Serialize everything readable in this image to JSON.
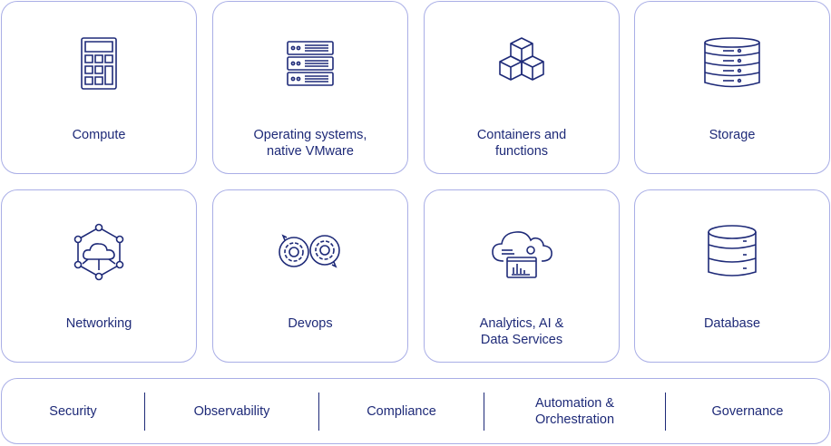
{
  "cards": [
    {
      "label": "Compute",
      "icon": "calculator-icon"
    },
    {
      "label": "Operating systems,\nnative VMware",
      "icon": "server-rack-icon"
    },
    {
      "label": "Containers and\nfunctions",
      "icon": "cubes-icon"
    },
    {
      "label": "Storage",
      "icon": "storage-disks-icon"
    },
    {
      "label": "Networking",
      "icon": "network-cloud-icon"
    },
    {
      "label": "Devops",
      "icon": "gears-cycle-icon"
    },
    {
      "label": "Analytics, AI &\nData Services",
      "icon": "cloud-analytics-icon"
    },
    {
      "label": "Database",
      "icon": "database-icon"
    }
  ],
  "bar_items": [
    {
      "label": "Security"
    },
    {
      "label": "Observability"
    },
    {
      "label": "Compliance"
    },
    {
      "label": "Automation &\nOrchestration"
    },
    {
      "label": "Governance"
    }
  ],
  "colors": {
    "accent": "#1e2a78",
    "border": "#a9aee6"
  }
}
